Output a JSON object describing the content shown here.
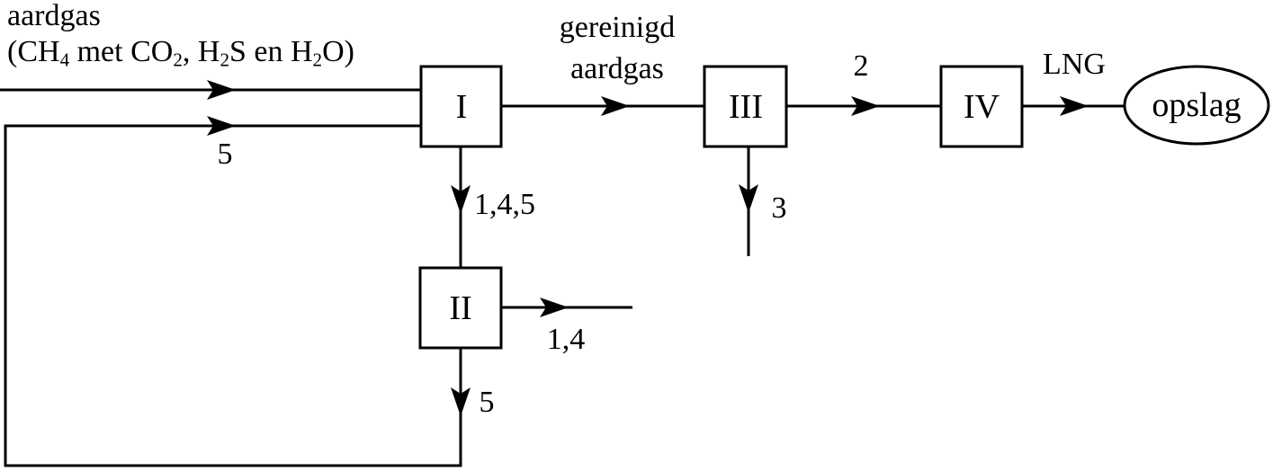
{
  "diagram": {
    "background": "#ffffff",
    "line_color": "#000000",
    "feed": {
      "label": "aardgas",
      "formula": {
        "p1": "(CH",
        "s1": "4",
        "p2": " met CO",
        "s2": "2",
        "p3": ", H",
        "s3": "2",
        "p4": "S en H",
        "s4": "2",
        "p5": "O)"
      }
    },
    "units": {
      "I": "I",
      "II": "II",
      "III": "III",
      "IV": "IV"
    },
    "storage": {
      "label": "opslag"
    },
    "streams": {
      "recycle_feed": "5",
      "purified_line1": "gereinigd",
      "purified_line2": "aardgas",
      "i_to_ii": "1,4,5",
      "ii_right": "1,4",
      "ii_recycle": "5",
      "iii_down": "3",
      "iii_to_iv": "2",
      "iv_to_storage": "LNG"
    }
  }
}
